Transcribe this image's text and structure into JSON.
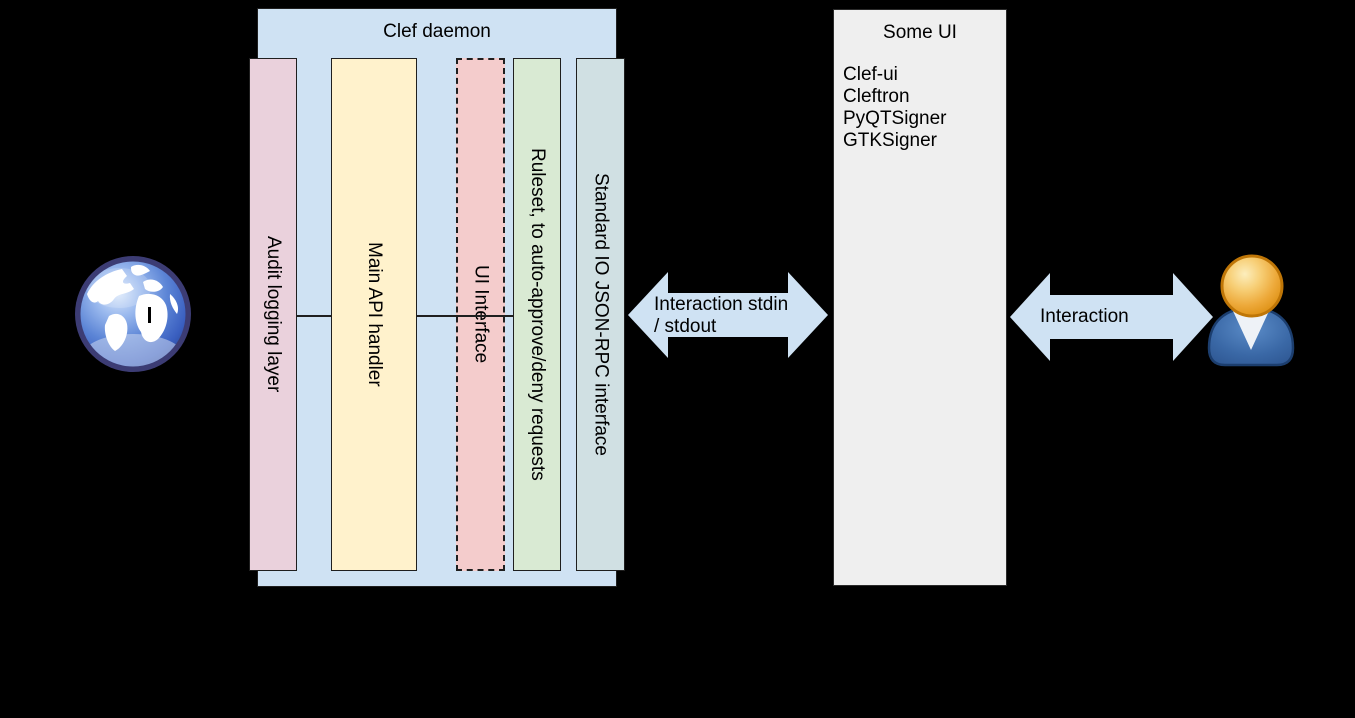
{
  "canvas": {
    "background": "#000000"
  },
  "clef_daemon": {
    "title": "Clef daemon",
    "fill": "#cfe2f3",
    "layers": [
      {
        "label": "Audit logging layer",
        "fill": "#ead1dc",
        "border_style": "solid"
      },
      {
        "label": "Main API handler",
        "fill": "#fff2cc",
        "border_style": "solid"
      },
      {
        "label": "UI Interface",
        "fill": "#f4cccc",
        "border_style": "dashed"
      },
      {
        "label": "Ruleset, to auto-approve/deny requests",
        "fill": "#d9ead3",
        "border_style": "solid"
      },
      {
        "label": "Standard IO JSON-RPC interface",
        "fill": "#d0e0e3",
        "border_style": "solid"
      }
    ]
  },
  "some_ui": {
    "title": "Some UI",
    "fill": "#efefef",
    "items": [
      "Clef-ui",
      "Cleftron",
      "PyQTSigner",
      "GTKSigner"
    ]
  },
  "arrows": {
    "daemon_to_ui": {
      "fill": "#cfe2f3",
      "label_line1": "Interaction stdin",
      "label_line2": "/ stdout"
    },
    "ui_to_user": {
      "fill": "#cfe2f3",
      "label": "Interaction"
    }
  },
  "icons": {
    "left": "globe-icon",
    "right": "user-icon"
  }
}
